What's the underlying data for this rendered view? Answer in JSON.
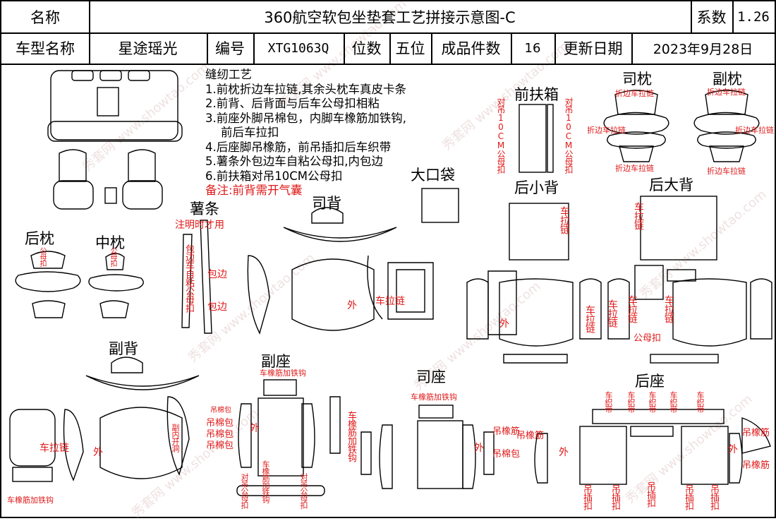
{
  "header": {
    "name_label": "名称",
    "title": "360航空软包坐垫套工艺拼接示意图-C",
    "factor_label": "系数",
    "factor_value": "1.26",
    "model_label": "车型名称",
    "model_value": "星途瑶光",
    "code_label": "编号",
    "code_value": "XTG1063Q",
    "seats_label": "位数",
    "seats_value": "五位",
    "pieces_label": "成品件数",
    "pieces_value": "16",
    "date_label": "更新日期",
    "date_value": "2023年9月28日"
  },
  "process": {
    "title": "缝纫工艺",
    "steps": [
      "1.前枕折边车拉链,其余头枕车真皮卡条",
      "2.前背、后背面与后车公母扣相粘",
      "3.前座外脚吊棉包，内脚车橡筋加铁钩,",
      "前后车拉扣",
      "4.后座脚吊橡筋，前吊插扣后车织带",
      "5.薯条外包边车自粘公母扣,内包边",
      "6.前扶箱对吊10CM公母扣"
    ],
    "remark": "备注:前背需开气囊"
  },
  "sections": {
    "front_armrest": "前扶箱",
    "driver_pillow": "司枕",
    "passenger_pillow": "副枕",
    "big_bag": "大口袋",
    "rear_small_back": "后小背",
    "rear_big_back": "后大背",
    "fries_strip": "薯条",
    "driver_back": "司背",
    "rear_pillow": "后枕",
    "middle_pillow": "中枕",
    "passenger_back": "副背",
    "passenger_seat": "副座",
    "driver_seat": "司座",
    "rear_seat": "后座"
  },
  "annotations": {
    "hang_10cm": "对吊10CM公母扣",
    "fold_zipper": "折边车拉链",
    "note_when_marked": "注明时才用",
    "binding_strip": "包边车自粘公母扣",
    "binding": "包边",
    "zipper": "车拉链",
    "outer": "外",
    "snap": "公母扣",
    "elastic_hook": "车橡筋加铁钩",
    "cotton_bag": "吊棉包",
    "elastic_hook_v": "车橡筋加铁钩",
    "rear_zipper": "车拉链",
    "hang_elastic": "吊橡筋",
    "hang_buckle": "吊插扣",
    "webbing": "车织带",
    "airbag_open": "副内开洞",
    "pair_snap": "对吊公母扣",
    "pair_hook": "车橡筋加铁钩",
    "elastic_plain": "车橡筋加铁钩"
  },
  "watermark": "秀套网 www.showtao.com",
  "colors": {
    "red": "#e01818",
    "line": "#000000",
    "watermark": "#e2c9c9"
  }
}
